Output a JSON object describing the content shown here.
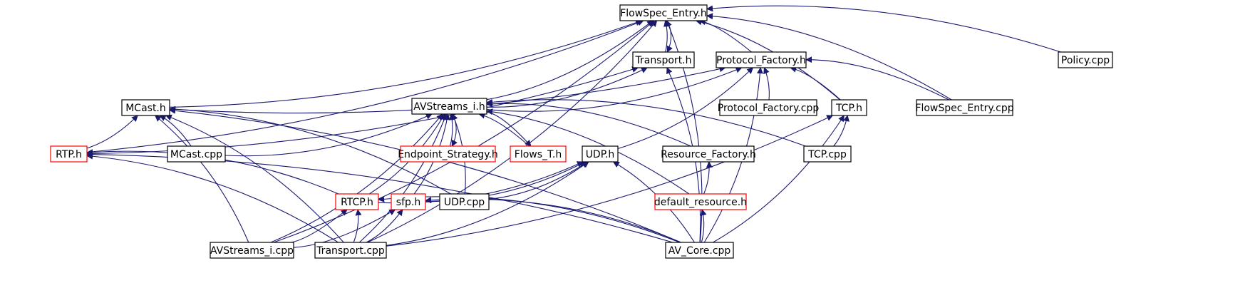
{
  "colors": {
    "edge": "#191970",
    "node_border": "#000000",
    "node_border_incomplete": "#ff0000",
    "root_fill": "#bfbfbf",
    "node_fill": "#ffffff"
  },
  "nodes": [
    {
      "id": "flowspec_h",
      "label": "FlowSpec_Entry.h",
      "style": "root"
    },
    {
      "id": "transport_h",
      "label": "Transport.h",
      "style": "normal"
    },
    {
      "id": "protocol_factory_h",
      "label": "Protocol_Factory.h",
      "style": "normal"
    },
    {
      "id": "policy_cpp",
      "label": "Policy.cpp",
      "style": "normal"
    },
    {
      "id": "mcast_h",
      "label": "MCast.h",
      "style": "normal"
    },
    {
      "id": "avstreams_i_h",
      "label": "AVStreams_i.h",
      "style": "normal"
    },
    {
      "id": "protocol_factory_cpp",
      "label": "Protocol_Factory.cpp",
      "style": "normal"
    },
    {
      "id": "tcp_h",
      "label": "TCP.h",
      "style": "normal"
    },
    {
      "id": "flowspec_cpp",
      "label": "FlowSpec_Entry.cpp",
      "style": "normal"
    },
    {
      "id": "rtp_h",
      "label": "RTP.h",
      "style": "incomplete"
    },
    {
      "id": "mcast_cpp",
      "label": "MCast.cpp",
      "style": "normal"
    },
    {
      "id": "endpoint_strategy_h",
      "label": "Endpoint_Strategy.h",
      "style": "incomplete"
    },
    {
      "id": "flows_t_h",
      "label": "Flows_T.h",
      "style": "incomplete"
    },
    {
      "id": "udp_h",
      "label": "UDP.h",
      "style": "normal"
    },
    {
      "id": "resource_factory_h",
      "label": "Resource_Factory.h",
      "style": "normal"
    },
    {
      "id": "tcp_cpp",
      "label": "TCP.cpp",
      "style": "normal"
    },
    {
      "id": "rtcp_h",
      "label": "RTCP.h",
      "style": "incomplete"
    },
    {
      "id": "sfp_h",
      "label": "sfp.h",
      "style": "incomplete"
    },
    {
      "id": "udp_cpp",
      "label": "UDP.cpp",
      "style": "normal"
    },
    {
      "id": "default_resource_h",
      "label": "default_resource.h",
      "style": "incomplete"
    },
    {
      "id": "avstreams_i_cpp",
      "label": "AVStreams_i.cpp",
      "style": "normal"
    },
    {
      "id": "transport_cpp",
      "label": "Transport.cpp",
      "style": "normal"
    },
    {
      "id": "av_core_cpp",
      "label": "AV_Core.cpp",
      "style": "normal"
    }
  ],
  "edges": [
    [
      "transport_h",
      "flowspec_h"
    ],
    [
      "flowspec_h",
      "transport_h"
    ],
    [
      "protocol_factory_h",
      "flowspec_h"
    ],
    [
      "policy_cpp",
      "flowspec_h"
    ],
    [
      "mcast_h",
      "flowspec_h"
    ],
    [
      "avstreams_i_h",
      "flowspec_h"
    ],
    [
      "tcp_h",
      "flowspec_h"
    ],
    [
      "flowspec_cpp",
      "flowspec_h"
    ],
    [
      "rtp_h",
      "flowspec_h"
    ],
    [
      "avstreams_i_cpp",
      "flowspec_h"
    ],
    [
      "transport_cpp",
      "flowspec_h"
    ],
    [
      "av_core_cpp",
      "flowspec_h"
    ],
    [
      "avstreams_i_h",
      "transport_h"
    ],
    [
      "rtp_h",
      "transport_h"
    ],
    [
      "av_core_cpp",
      "transport_h"
    ],
    [
      "mcast_h",
      "protocol_factory_h"
    ],
    [
      "avstreams_i_h",
      "protocol_factory_h"
    ],
    [
      "protocol_factory_cpp",
      "protocol_factory_h"
    ],
    [
      "tcp_h",
      "protocol_factory_h"
    ],
    [
      "flowspec_cpp",
      "protocol_factory_h"
    ],
    [
      "udp_h",
      "protocol_factory_h"
    ],
    [
      "av_core_cpp",
      "protocol_factory_h"
    ],
    [
      "rtp_h",
      "mcast_h"
    ],
    [
      "mcast_cpp",
      "mcast_h"
    ],
    [
      "udp_cpp",
      "mcast_h"
    ],
    [
      "transport_cpp",
      "mcast_h"
    ],
    [
      "av_core_cpp",
      "mcast_h"
    ],
    [
      "avstreams_i_cpp",
      "mcast_h"
    ],
    [
      "endpoint_strategy_h",
      "avstreams_i_h"
    ],
    [
      "avstreams_i_h",
      "endpoint_strategy_h"
    ],
    [
      "flows_t_h",
      "avstreams_i_h"
    ],
    [
      "avstreams_i_h",
      "flows_t_h"
    ],
    [
      "mcast_cpp",
      "avstreams_i_h"
    ],
    [
      "resource_factory_h",
      "avstreams_i_h"
    ],
    [
      "tcp_cpp",
      "avstreams_i_h"
    ],
    [
      "default_resource_h",
      "avstreams_i_h"
    ],
    [
      "rtcp_h",
      "avstreams_i_h"
    ],
    [
      "sfp_h",
      "avstreams_i_h"
    ],
    [
      "udp_cpp",
      "avstreams_i_h"
    ],
    [
      "avstreams_i_cpp",
      "avstreams_i_h"
    ],
    [
      "transport_cpp",
      "avstreams_i_h"
    ],
    [
      "tcp_cpp",
      "tcp_h"
    ],
    [
      "av_core_cpp",
      "tcp_h"
    ],
    [
      "transport_cpp",
      "tcp_h"
    ],
    [
      "rtcp_h",
      "rtp_h"
    ],
    [
      "transport_cpp",
      "rtp_h"
    ],
    [
      "av_core_cpp",
      "rtp_h"
    ],
    [
      "rtcp_h",
      "udp_h"
    ],
    [
      "sfp_h",
      "udp_h"
    ],
    [
      "udp_cpp",
      "udp_h"
    ],
    [
      "transport_cpp",
      "udp_h"
    ],
    [
      "av_core_cpp",
      "udp_h"
    ],
    [
      "default_resource_h",
      "resource_factory_h"
    ],
    [
      "av_core_cpp",
      "default_resource_h"
    ],
    [
      "avstreams_i_cpp",
      "rtcp_h"
    ],
    [
      "transport_cpp",
      "rtcp_h"
    ],
    [
      "av_core_cpp",
      "rtcp_h"
    ],
    [
      "avstreams_i_cpp",
      "sfp_h"
    ],
    [
      "transport_cpp",
      "sfp_h"
    ],
    [
      "av_core_cpp",
      "sfp_h"
    ]
  ]
}
